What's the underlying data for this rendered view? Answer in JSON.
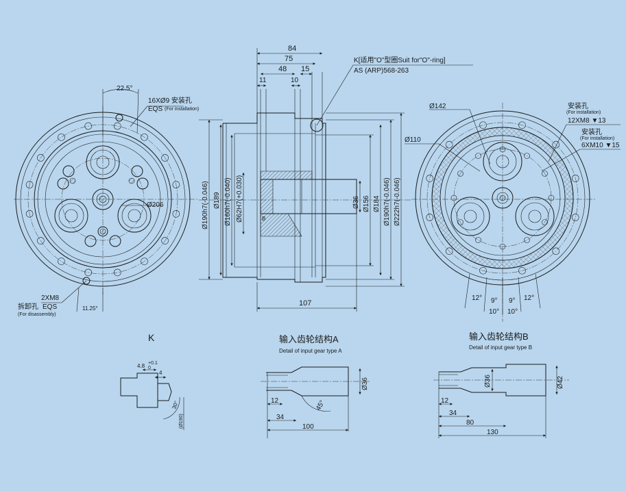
{
  "labels": {
    "k_note_line1": "K[适用\"O\"型圈Suit for\"O\"-ring]",
    "k_note_line2": "AS (ARP)568-263",
    "left_angle": "22.5°",
    "left_holes_spec": "16XØ9 安装孔",
    "left_holes_eqs": "EQS",
    "left_holes_en": "(For installation)",
    "left_dia": "Ø206",
    "left_disassembly_spec": "2XM8",
    "left_disassembly_cn": "拆卸孔",
    "left_disassembly_eqs": "EQS",
    "left_disassembly_en": "(For disassembly)",
    "left_bottom_angle": "11.25°",
    "dim_84": "84",
    "dim_75": "75",
    "dim_48": "48",
    "dim_15": "15",
    "dim_11": "11",
    "dim_10": "10",
    "dim_107": "107",
    "dim_B": "B",
    "vd_190h7": "Ø190h7(-0.046)",
    "vd_189": "Ø189",
    "vd_160h7": "Ø160h7(-0.040)",
    "vd_62h7": "Ø62H7(+0.030)",
    "vd_36": "Ø36",
    "vd_156": "Ø156",
    "vd_184": "Ø184",
    "vd_190h7b": "Ø190h7(-0.046)",
    "vd_222h7": "Ø222h7(-0.046)",
    "right_142": "Ø142",
    "right_110": "Ø110",
    "right_holes1_cn": "安装孔",
    "right_holes1_en": "(For installation)",
    "right_holes1_spec": "12XM8 ▼13",
    "right_holes2_cn": "安装孔",
    "right_holes2_en": "(For installation)",
    "right_holes2_spec": "6XM10 ▼15",
    "right_ang1": "12°",
    "right_ang2": "9°",
    "right_ang3": "9°",
    "right_ang4": "12°",
    "right_ang5": "10°",
    "right_ang6": "10°",
    "k_title": "K",
    "k_dim_48": "4.8",
    "k_dim_48_tol": "+0.1",
    "k_dim_48_tol2": "0",
    "k_dim_4": "4",
    "k_dim_30": "30°",
    "k_dim_190": "(Ø190)",
    "a_title_cn": "输入齿轮结构A",
    "a_title_en": "Detail of input gear type A",
    "a_dim_36": "Ø36",
    "a_dim_12": "12",
    "a_dim_34": "34",
    "a_dim_45": "45°",
    "a_dim_100": "100",
    "b_title_cn": "输入齿轮结构B",
    "b_title_en": "Detail of input gear type B",
    "b_dim_36": "Ø36",
    "b_dim_42": "Ø42",
    "b_dim_12": "12",
    "b_dim_34": "34",
    "b_dim_80": "80",
    "b_dim_130": "130"
  }
}
